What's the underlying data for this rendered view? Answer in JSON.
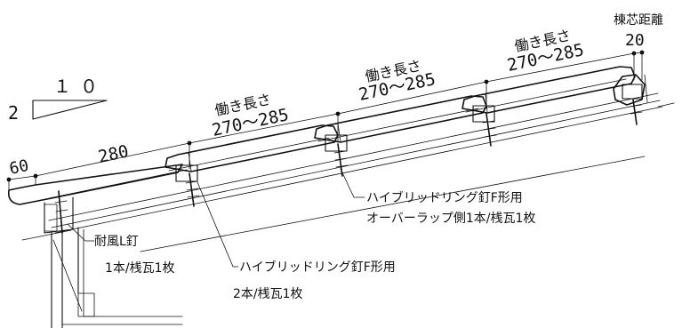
{
  "slope": {
    "rise": "2",
    "run": "１０"
  },
  "dimensions": {
    "eave_overhang": "60",
    "first_pitch": "280",
    "working_length_label": "働き長さ",
    "working_length_range": "270～285",
    "ridge_label": "棟芯距離",
    "ridge_value": "20"
  },
  "callouts": {
    "nail_upper_line1": "ハイブリッドリング釘F形用",
    "nail_upper_line2": "オーバーラップ側1本/桟瓦1枚",
    "nail_lower_line1": "ハイブリッドリング釘F形用",
    "nail_lower_line2": "2本/桟瓦1枚",
    "wind_nail_line1": "耐風L釘",
    "wind_nail_line2": "1本/桟瓦1枚"
  }
}
